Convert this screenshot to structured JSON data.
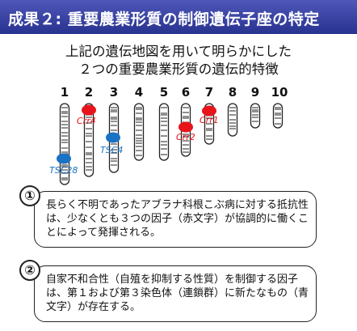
{
  "header": {
    "title": "成果２: 重要農業形質の制御遺伝子座の特定"
  },
  "subtitle": {
    "line1": "上記の遺伝地図を用いて明らかにした",
    "line2": "２つの重要農業形質の遺伝的特徴"
  },
  "chromosomes": [
    {
      "label": "1"
    },
    {
      "label": "2"
    },
    {
      "label": "3"
    },
    {
      "label": "4"
    },
    {
      "label": "5"
    },
    {
      "label": "6"
    },
    {
      "label": "7"
    },
    {
      "label": "8"
    },
    {
      "label": "9"
    },
    {
      "label": "10"
    }
  ],
  "loci": [
    {
      "name": "Crr4",
      "chromosome": "2",
      "trait": "clubroot-resistance",
      "color": "#e8141b",
      "label_color": "#e8141b"
    },
    {
      "name": "Crr2",
      "chromosome": "6",
      "trait": "clubroot-resistance",
      "color": "#e8141b",
      "label_color": "#e8141b"
    },
    {
      "name": "Crr1",
      "chromosome": "7",
      "trait": "clubroot-resistance",
      "color": "#e8141b",
      "label_color": "#e8141b"
    },
    {
      "name": "TSC4",
      "chromosome": "3",
      "trait": "self-incompatibility",
      "color": "#1a72c4",
      "label_color": "#1a72c4"
    },
    {
      "name": "TSC28",
      "chromosome": "1",
      "trait": "self-incompatibility",
      "color": "#1a72c4",
      "label_color": "#1a72c4"
    }
  ],
  "findings": [
    {
      "number": "①",
      "text": "長らく不明であったアブラナ科根こぶ病に対する抵抗性は、少なくとも３つの因子（赤文字）が協調的に働くことによって発揮される。"
    },
    {
      "number": "②",
      "text": "自家不和合性（自殖を抑制する性質）を制御する因子は、第１および第３染色体（連鎖群）に新たなもの（青文字）が存在する。"
    }
  ],
  "colors": {
    "title_bg": "#323c9c",
    "red": "#e8141b",
    "blue": "#1a72c4"
  }
}
